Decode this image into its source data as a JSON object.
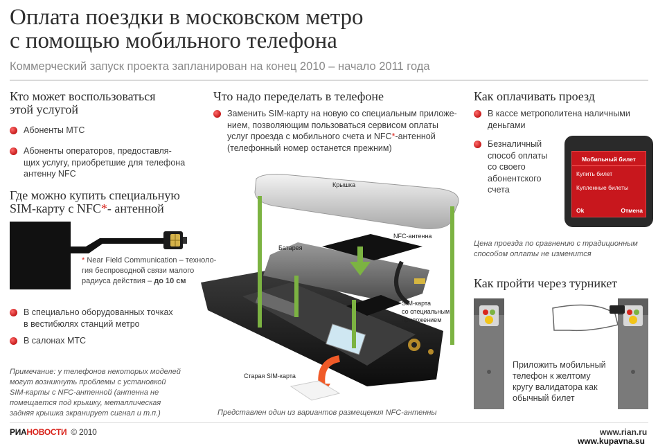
{
  "header": {
    "title_line1": "Оплата поездки в московском метро",
    "title_line2": "с помощью мобильного телефона",
    "subtitle": "Коммерческий запуск проекта запланирован на конец 2010 – начало 2011 года"
  },
  "left": {
    "who_heading_1": "Кто может воспользоваться",
    "who_heading_2": "этой услугой",
    "who_items": [
      "Абоненты МТС",
      "Абоненты операторов, предоставля-",
      "щих услугу, приобретшие для телефона",
      "антенну NFC"
    ],
    "buy_heading_1": "Где можно купить специальную",
    "buy_heading_2a": "SIM-карту с NFC",
    "buy_heading_star": "*",
    "buy_heading_2b": "- антенной",
    "nfc_star": "*",
    "nfc_note_1": " Near Field Communication – техноло-",
    "nfc_note_2": "гия беспроводной связи малого",
    "nfc_note_3a": "радиуса действия – ",
    "nfc_note_3b": "до 10 см",
    "buy_items": [
      "В специально оборудованных точках",
      "в вестибюлях станций метро",
      "В салонах МТС"
    ],
    "remark": [
      "Примечание: у телефонов некоторых моделей",
      "могут возникнуть проблемы с установкой",
      "SIM-карты с NFC-антенной (антенна не",
      "помещается под крышку, металлическая",
      "задняя крышка экранирует сигнал и т.п.)"
    ]
  },
  "middle": {
    "heading": "Что надо переделать в телефоне",
    "item_lines": [
      "Заменить SIM-карту на новую со специальным приложе-",
      "нием, позволяющим пользоваться сервисом оплаты",
      "услуг проезда с мобильного счета и NFC",
      "-антенной",
      "(телефонный номер останется прежним)"
    ],
    "star": "*",
    "labels": {
      "cover": "Крышка",
      "nfc": "NFC-антенна",
      "battery": "Батарея",
      "sim_1": "SIM-карта",
      "sim_2": "со специальным",
      "sim_3": "приложением",
      "old_sim": "Старая SIM-карта"
    },
    "caption": "Представлен один из вариантов размещения NFC-антенны"
  },
  "right": {
    "pay_heading": "Как оплачивать проезд",
    "pay_item1_lines": [
      "В кассе метрополитена наличными",
      "деньгами"
    ],
    "pay_item2_lines": [
      "Безналичный",
      "способ оплаты",
      "со своего",
      "абонентского",
      "счета"
    ],
    "screen": {
      "title": "Мобильный билет",
      "item1": "Купить билет",
      "item2": "Купленные билеты",
      "ok": "Ok",
      "cancel": "Отмена"
    },
    "price_note": [
      "Цена проезда по сравнению с традиционным",
      "способом оплаты не изменится"
    ],
    "turnstile_heading": "Как пройти через турникет",
    "turnstile_text": [
      "Приложить мобильный",
      "телефон к желтому",
      "кругу валидатора как",
      "обычный билет"
    ]
  },
  "footer": {
    "brand_a": "РИА",
    "brand_b": "НОВОСТИ",
    "copyright": "© 2010",
    "site": "www.rian.ru",
    "watermark": "www.kupavna.su"
  }
}
